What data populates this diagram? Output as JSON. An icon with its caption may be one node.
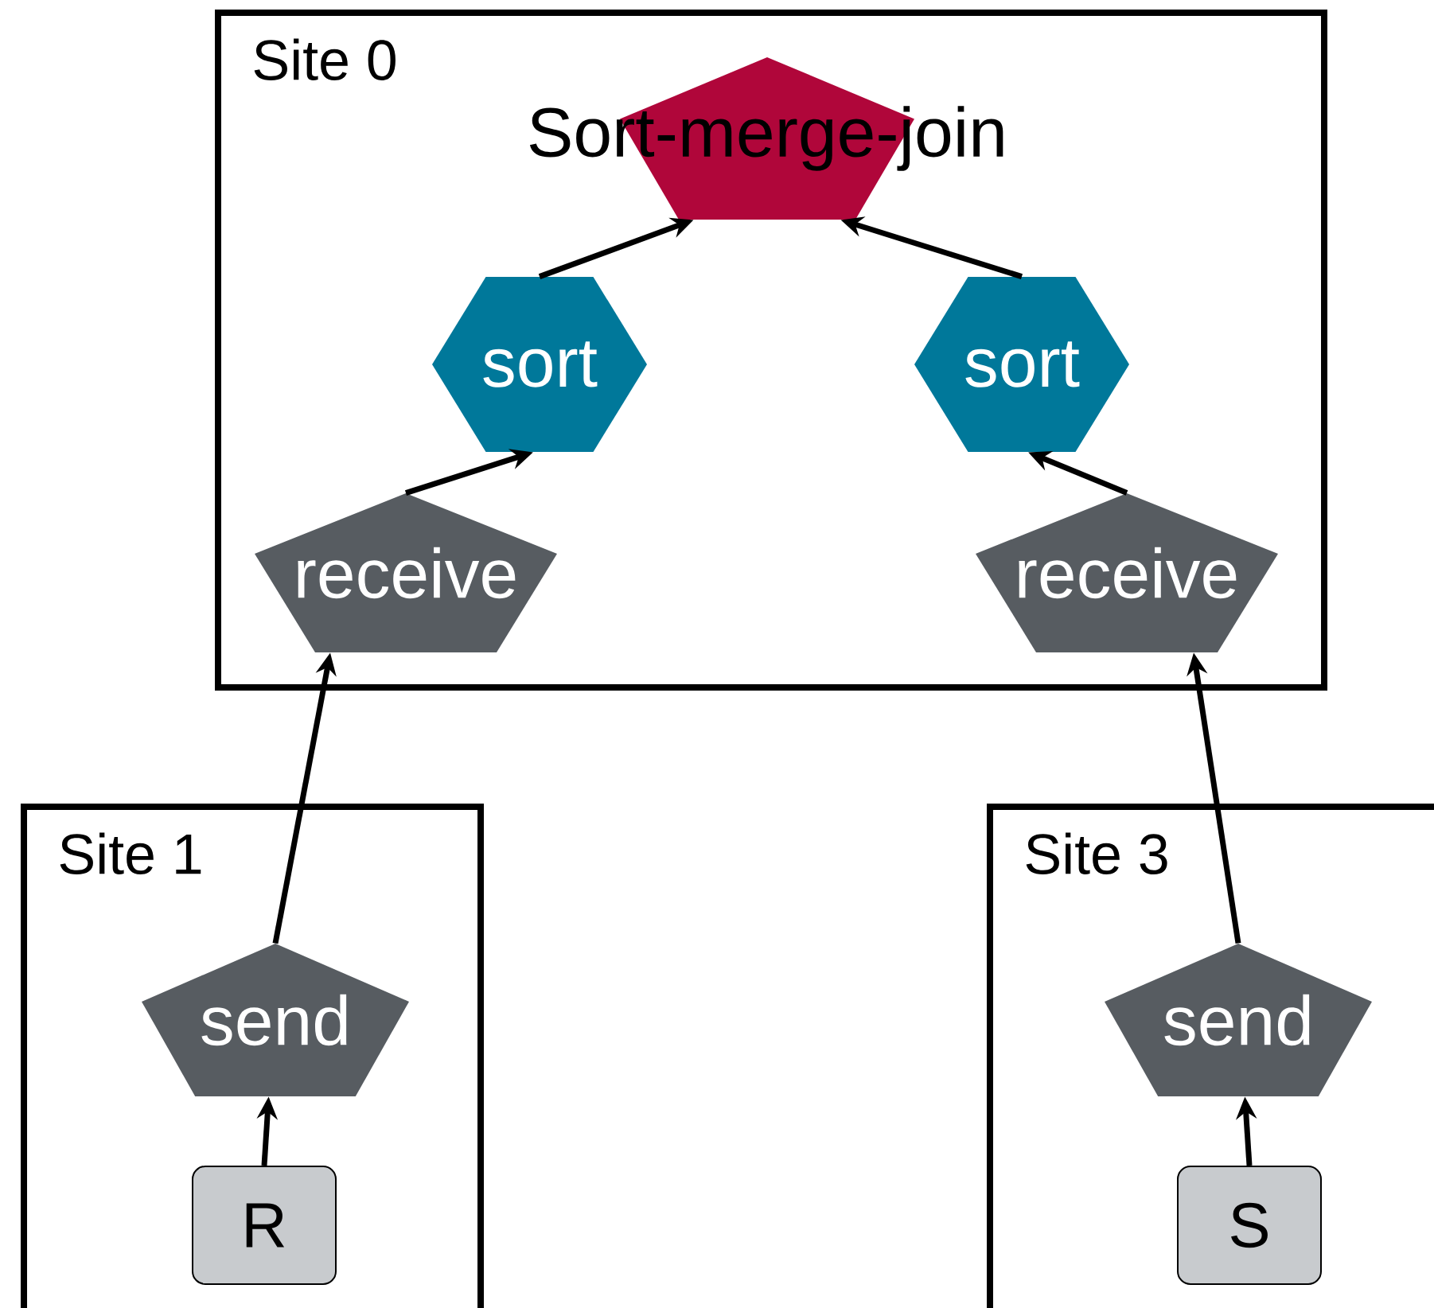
{
  "diagram": {
    "nodes": [
      {
        "text": [
          "Site 0"
        ]
      },
      {
        "text": [
          "Sort-merge-join"
        ],
        "in": 0
      },
      {
        "text": [
          "sort"
        ],
        "in": 0
      },
      {
        "text": [
          "sort"
        ],
        "in": 0
      },
      {
        "text": [
          "receive"
        ],
        "in": 0
      },
      {
        "text": [
          "receive"
        ],
        "in": 0
      },
      {
        "text": [
          "Site 1"
        ]
      },
      {
        "text": [
          "send"
        ],
        "in": 6
      },
      {
        "text": [
          "R"
        ],
        "in": 6
      },
      {
        "text": [
          "Site 3"
        ]
      },
      {
        "text": [
          "send"
        ],
        "in": 9
      },
      {
        "text": [
          "S"
        ],
        "in": 9
      }
    ],
    "edges": [
      {
        "from": 2,
        "to": 1,
        "arrow": "to"
      },
      {
        "from": 3,
        "to": 1,
        "arrow": "to"
      },
      {
        "from": 4,
        "to": 2,
        "arrow": "to"
      },
      {
        "from": 5,
        "to": 3,
        "arrow": "to"
      },
      {
        "from": 7,
        "to": 4,
        "arrow": "to"
      },
      {
        "from": 10,
        "to": 5,
        "arrow": "to"
      },
      {
        "from": 8,
        "to": 7,
        "arrow": "to"
      },
      {
        "from": 11,
        "to": 10,
        "arrow": "to"
      }
    ]
  }
}
